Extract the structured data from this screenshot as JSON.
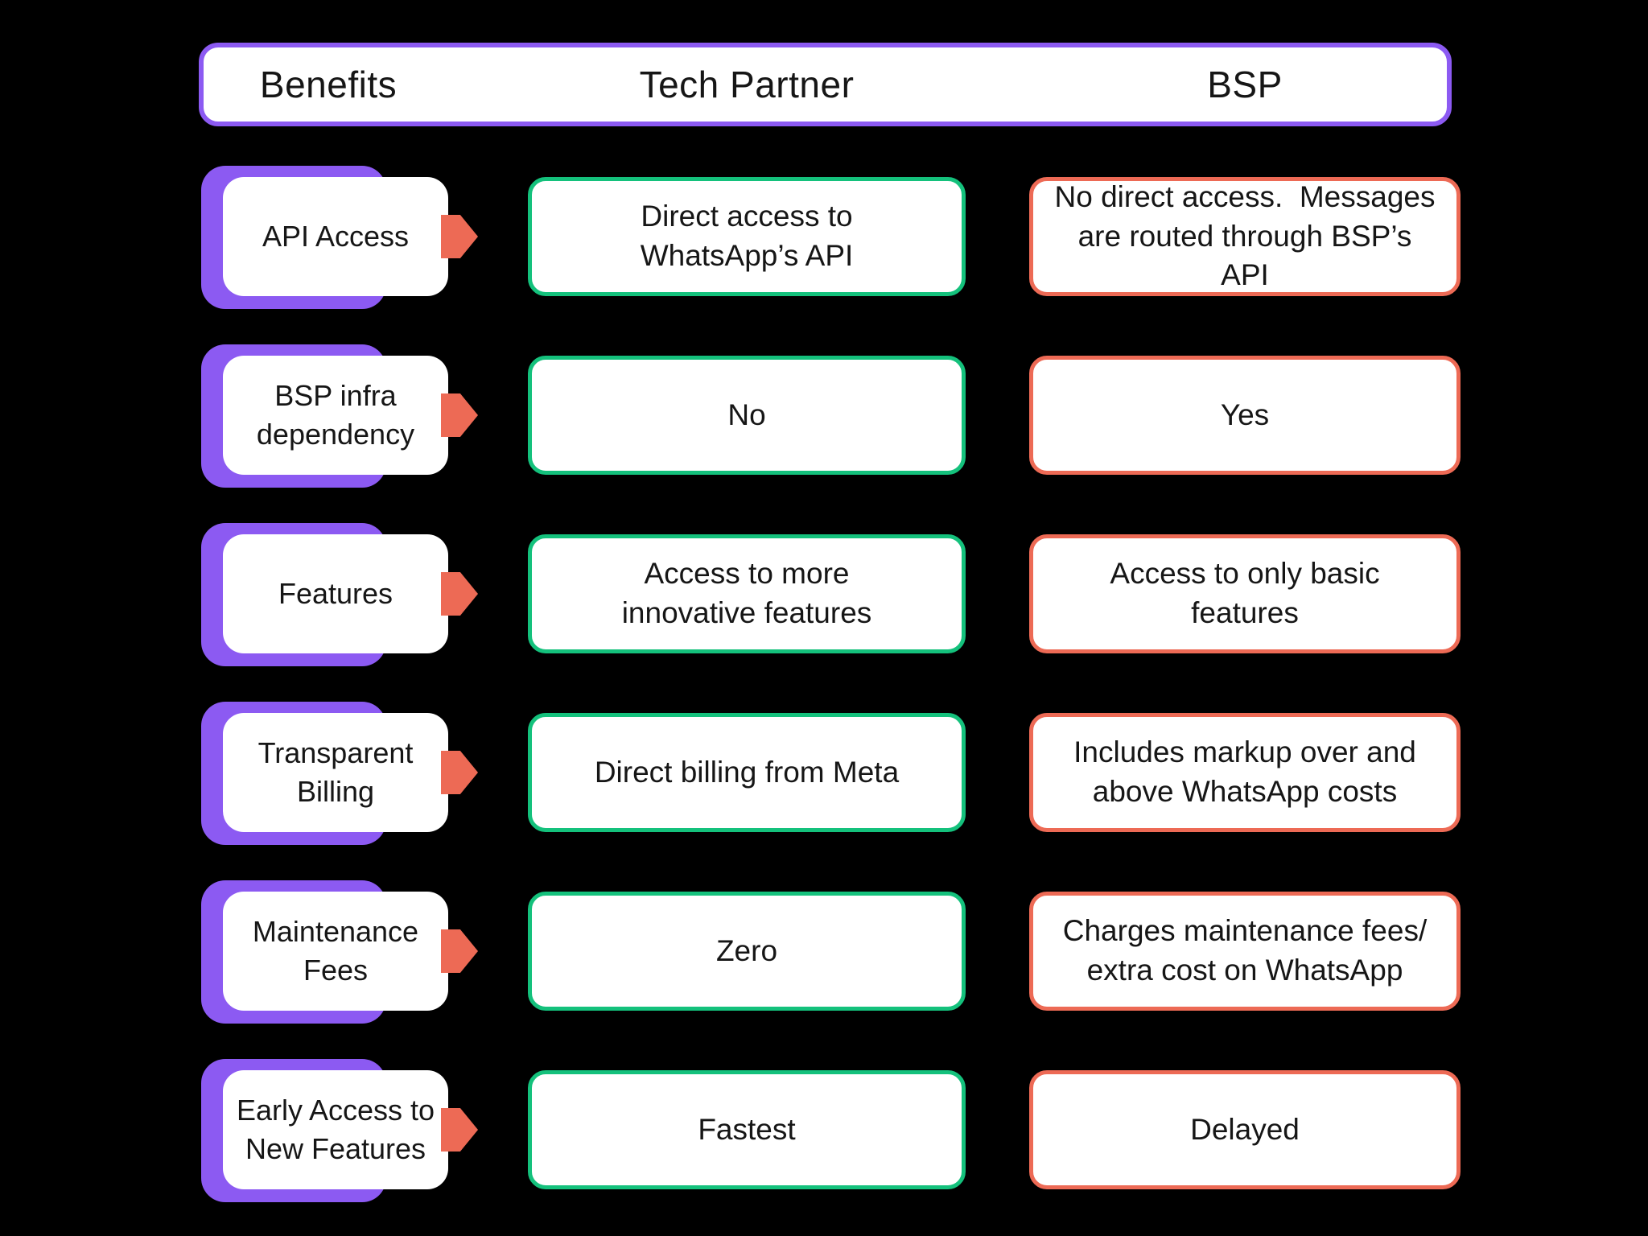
{
  "colors": {
    "bg": "#000000",
    "card": "#ffffff",
    "purple": "#8c5af2",
    "green": "#14c17c",
    "coral": "#ed6a55",
    "text": "#161616"
  },
  "header": {
    "columns": [
      {
        "label": "Benefits"
      },
      {
        "label": "Tech Partner"
      },
      {
        "label": "BSP"
      }
    ]
  },
  "rows": [
    {
      "benefit": "API Access",
      "tech_partner": "Direct access to\nWhatsApp’s API",
      "bsp": "No direct access.  Messages\nare routed through BSP’s API"
    },
    {
      "benefit": "BSP infra\ndependency",
      "tech_partner": "No",
      "bsp": "Yes"
    },
    {
      "benefit": "Features",
      "tech_partner": "Access to more\ninnovative features",
      "bsp": "Access to only basic\nfeatures"
    },
    {
      "benefit": "Transparent\nBilling",
      "tech_partner": "Direct billing from Meta",
      "bsp": "Includes markup over and\nabove WhatsApp costs"
    },
    {
      "benefit": "Maintenance\nFees",
      "tech_partner": "Zero",
      "bsp": "Charges maintenance fees/\nextra cost on WhatsApp"
    },
    {
      "benefit": "Early Access to\nNew Features",
      "tech_partner": "Fastest",
      "bsp": "Delayed"
    }
  ]
}
